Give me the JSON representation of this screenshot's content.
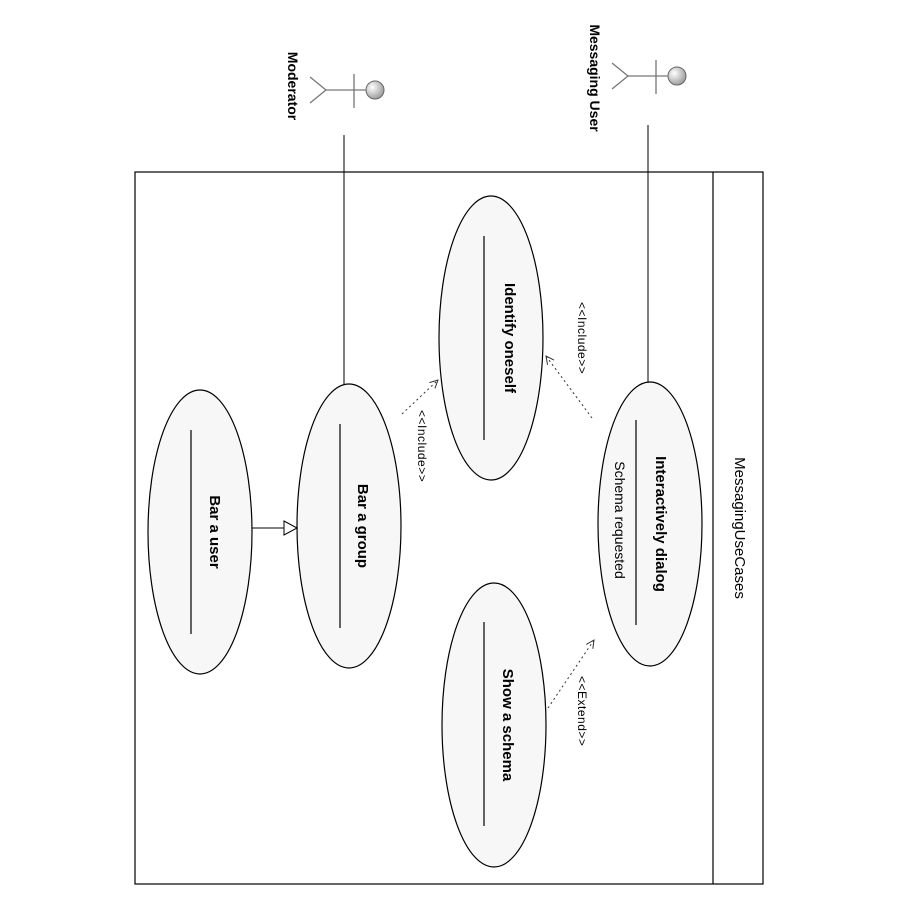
{
  "system": {
    "name": "MessagingUseCases"
  },
  "actors": [
    {
      "id": "moderator",
      "name": "Moderator"
    },
    {
      "id": "messaging-user",
      "name": "Messaging User"
    }
  ],
  "use_cases": [
    {
      "id": "identify-oneself",
      "name": "Identify oneself"
    },
    {
      "id": "interactively-dialog",
      "name": "Interactively dialog",
      "extension_point": "Schema requested"
    },
    {
      "id": "show-a-schema",
      "name": "Show a schema"
    },
    {
      "id": "bar-a-group",
      "name": "Bar a group"
    },
    {
      "id": "bar-a-user",
      "name": "Bar a user"
    }
  ],
  "relations": [
    {
      "type": "include",
      "from": "interactively-dialog",
      "to": "identify-oneself",
      "label": "<<Include>>"
    },
    {
      "type": "include",
      "from": "bar-a-group",
      "to": "identify-oneself",
      "label": "<<Include>>"
    },
    {
      "type": "extend",
      "from": "show-a-schema",
      "to": "interactively-dialog",
      "label": "<<Extend>>"
    },
    {
      "type": "generalization",
      "from": "bar-a-user",
      "to": "bar-a-group"
    },
    {
      "type": "association",
      "from": "moderator",
      "to": "bar-a-group"
    },
    {
      "type": "association",
      "from": "messaging-user",
      "to": "interactively-dialog"
    }
  ],
  "colors": {
    "background": "#ffffff",
    "ellipse_fill": "#f7f7f7",
    "actor_head": "#bdbdbd",
    "line": "#000000"
  }
}
